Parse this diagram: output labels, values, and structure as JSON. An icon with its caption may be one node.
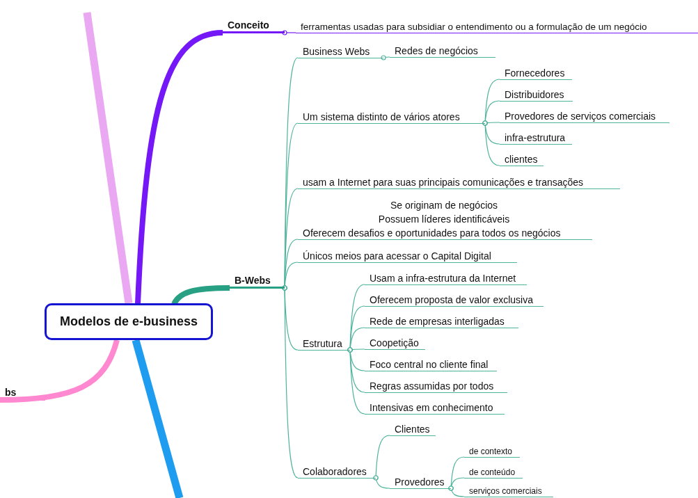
{
  "diagram": {
    "nodes": [
      {
        "text": [
          "Modelos de e-business"
        ]
      },
      {
        "text": [
          "Conceito"
        ]
      },
      {
        "text": [
          "ferramentas usadas para subsidiar o entendimento ou a formulação de um negócio"
        ]
      },
      {
        "text": [
          "B-Webs"
        ]
      },
      {
        "text": [
          "Business Webs"
        ]
      },
      {
        "text": [
          "Redes de negócios"
        ]
      },
      {
        "text": [
          "Um sistema distinto de vários atores"
        ]
      },
      {
        "text": [
          "Fornecedores"
        ]
      },
      {
        "text": [
          "Distribuidores"
        ]
      },
      {
        "text": [
          "Provedores de serviços comerciais"
        ]
      },
      {
        "text": [
          "infra-estrutura"
        ]
      },
      {
        "text": [
          "clientes"
        ]
      },
      {
        "text": [
          "usam a Internet para suas principais comunicações e transações"
        ]
      },
      {
        "text": [
          "Oferecem desafios e oportunidades para todos os negócios"
        ]
      },
      {
        "text": [
          "Únicos meios para acessar o Capital Digital"
        ]
      },
      {
        "text": [
          "Estrutura"
        ]
      },
      {
        "text": [
          "Usam a infra-estrutura da Internet"
        ]
      },
      {
        "text": [
          "Oferecem proposta de valor exclusiva"
        ]
      },
      {
        "text": [
          "Rede de empresas interligadas"
        ]
      },
      {
        "text": [
          "Coopetição"
        ]
      },
      {
        "text": [
          "Foco central no cliente final"
        ]
      },
      {
        "text": [
          "Regras assumidas por todos"
        ]
      },
      {
        "text": [
          "Intensivas em conhecimento"
        ]
      },
      {
        "text": [
          "Colaboradores"
        ]
      },
      {
        "text": [
          "Clientes"
        ]
      },
      {
        "text": [
          "Provedores"
        ]
      },
      {
        "text": [
          "de contexto"
        ]
      },
      {
        "text": [
          "de conteúdo"
        ]
      },
      {
        "text": [
          "serviços comerciais"
        ]
      },
      {
        "text": [
          "bs"
        ]
      }
    ],
    "edges": [
      {
        "from": 0,
        "to": 1,
        "arrow": "none",
        "style": "thick",
        "color": "#7418f8"
      },
      {
        "from": 1,
        "to": 2,
        "arrow": "other",
        "color": "#7418f8"
      },
      {
        "from": 0,
        "to": 3,
        "arrow": "none",
        "style": "thick"
      },
      {
        "from": 3,
        "to": 4,
        "arrow": "other"
      },
      {
        "from": 4,
        "to": 5,
        "arrow": "other"
      },
      {
        "from": 3,
        "to": 6,
        "arrow": "other"
      },
      {
        "from": 6,
        "to": 7,
        "arrow": "other"
      },
      {
        "from": 6,
        "to": 8,
        "arrow": "other"
      },
      {
        "from": 6,
        "to": 9,
        "arrow": "other"
      },
      {
        "from": 6,
        "to": 10,
        "arrow": "other"
      },
      {
        "from": 6,
        "to": 11,
        "arrow": "other"
      },
      {
        "from": 3,
        "to": 12,
        "arrow": "other"
      },
      {
        "from": 3,
        "to": 13,
        "arrow": "other"
      },
      {
        "from": 3,
        "to": 14,
        "arrow": "other"
      },
      {
        "from": 3,
        "to": 15,
        "arrow": "other"
      },
      {
        "from": 15,
        "to": 16,
        "arrow": "other"
      },
      {
        "from": 15,
        "to": 17,
        "arrow": "other"
      },
      {
        "from": 15,
        "to": 18,
        "arrow": "other"
      },
      {
        "from": 15,
        "to": 19,
        "arrow": "other"
      },
      {
        "from": 15,
        "to": 20,
        "arrow": "other"
      },
      {
        "from": 15,
        "to": 21,
        "arrow": "other"
      },
      {
        "from": 15,
        "to": 22,
        "arrow": "other"
      },
      {
        "from": 3,
        "to": 23,
        "arrow": "other"
      },
      {
        "from": 23,
        "to": 24,
        "arrow": "other"
      },
      {
        "from": 23,
        "to": 25,
        "arrow": "other"
      },
      {
        "from": 25,
        "to": 26,
        "arrow": "other"
      },
      {
        "from": 25,
        "to": 27,
        "arrow": "other"
      },
      {
        "from": 25,
        "to": 28,
        "arrow": "other"
      },
      {
        "from": 0,
        "to": 29,
        "arrow": "none",
        "style": "thick",
        "color": "#ff88d0"
      },
      {
        "from": 0,
        "to": null,
        "arrow": "none",
        "style": "thick",
        "color": "#eaa8f2"
      },
      {
        "from": 0,
        "to": null,
        "arrow": "none",
        "style": "thick",
        "color": "#1e9cf0"
      }
    ],
    "labels": [
      "Se originam de negócios",
      "Possuem líderes identificáveis"
    ]
  }
}
